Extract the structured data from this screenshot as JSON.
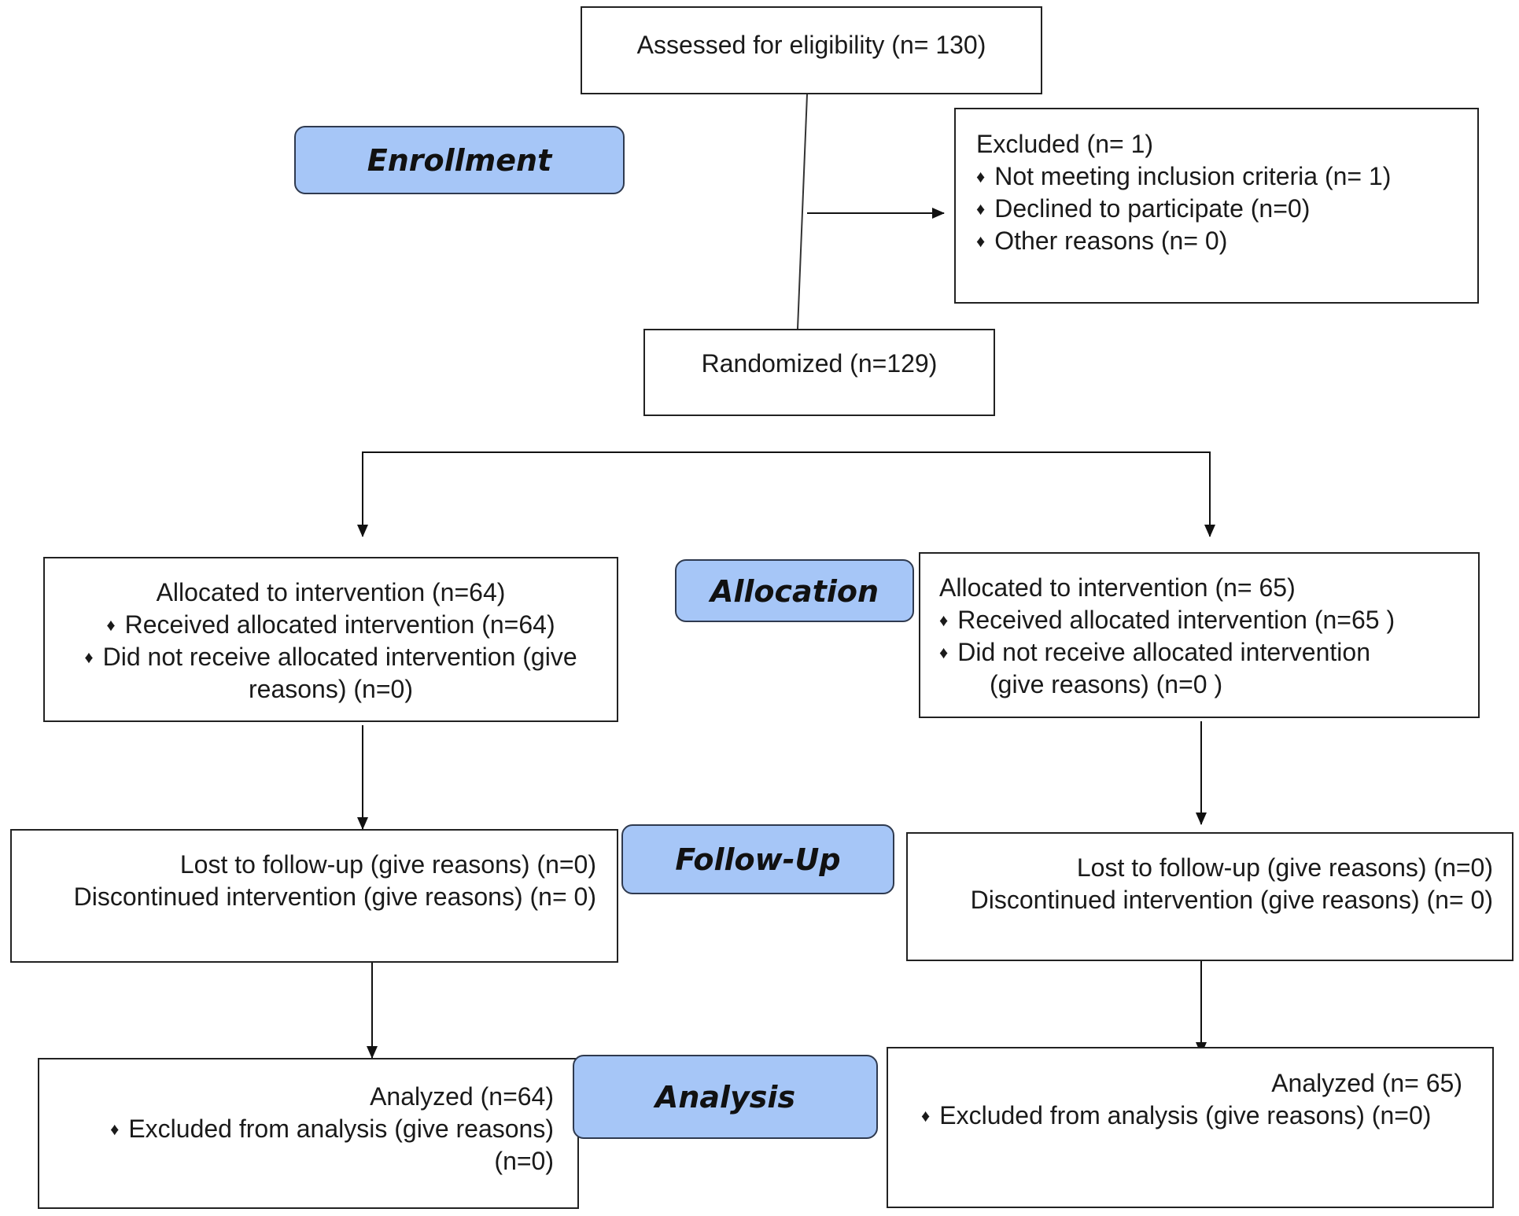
{
  "stages": {
    "enrollment": "Enrollment",
    "allocation": "Allocation",
    "follow_up": "Follow-Up",
    "analysis": "Analysis"
  },
  "assessed": {
    "text": "Assessed for eligibility (n= 130)"
  },
  "excluded": {
    "title": "Excluded (n= 1)",
    "items": [
      "Not meeting inclusion criteria (n= 1)",
      "Declined to participate (n=0)",
      "Other reasons (n= 0)"
    ]
  },
  "randomized": {
    "text": "Randomized (n=129)"
  },
  "left_arm": {
    "allocation": {
      "title": "Allocated to intervention (n=64)",
      "received": "Received allocated intervention (n=64)",
      "not_received_1": "Did not receive allocated intervention (give",
      "not_received_2": "reasons) (n=0)"
    },
    "follow_up": {
      "lost": "Lost to follow-up (give reasons) (n=0)",
      "discontinued": "Discontinued intervention (give reasons) (n= 0)"
    },
    "analysis": {
      "title": "Analyzed (n=64)",
      "excluded_1": "Excluded from analysis (give reasons)",
      "excluded_2": "(n=0)"
    }
  },
  "right_arm": {
    "allocation": {
      "title": "Allocated to intervention (n= 65)",
      "received": "Received allocated intervention (n=65  )",
      "not_received_1": "Did not receive allocated intervention",
      "not_received_2": "(give reasons) (n=0  )"
    },
    "follow_up": {
      "lost": "Lost to follow-up (give reasons) (n=0)",
      "discontinued": "Discontinued intervention (give reasons) (n= 0)"
    },
    "analysis": {
      "title": "Analyzed (n= 65)",
      "excluded": "Excluded from analysis (give reasons) (n=0)"
    }
  }
}
